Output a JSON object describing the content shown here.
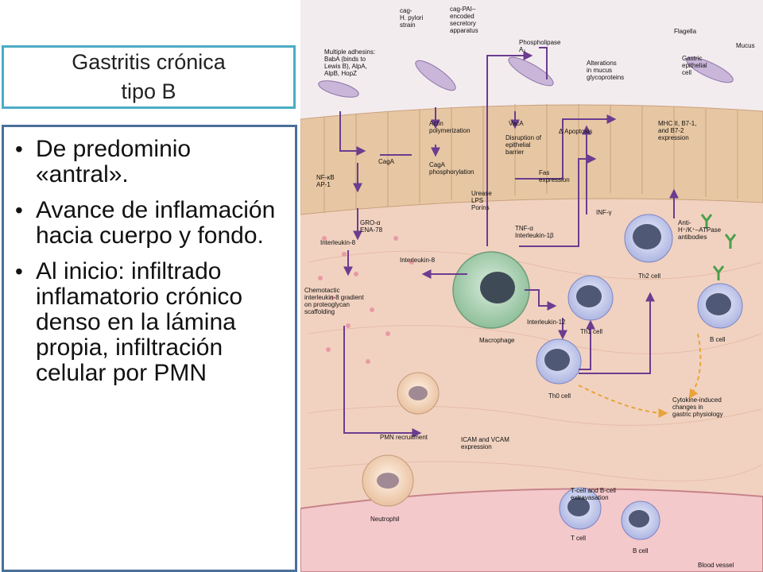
{
  "slide": {
    "title_line1": "Gastritis crónica",
    "title_line2": "tipo B",
    "bullets": [
      "De predominio «antral».",
      "Avance de inflamación hacia cuerpo y fondo.",
      "Al inicio: infiltrado inflamatorio crónico denso en la lámina propia, infiltración celular por PMN"
    ]
  },
  "diagram": {
    "labels": {
      "cag_strain": "cag-\nH. pylori\nstrain",
      "cag_pai": "cag-PAI–\nencoded\nsecretory\napparatus",
      "phospholipase": "Phospholipase\nA₂",
      "flagella": "Flagella",
      "mucus": "Mucus",
      "adhesins": "Multiple adhesins:\nBabA (binds to\nLewis B), AlpA,\nAlpB, HopZ",
      "alterations_mucus": "Alterations\nin mucus\nglycoproteins",
      "gastric_cell": "Gastric\nepithelial\ncell",
      "actin": "Actin\npolymerization",
      "vaca": "VacA",
      "apoptosis": "Δ Apoptosis",
      "disruption": "Disruption of\nepithelial\nbarrier",
      "mhc": "MHC II, B7-1,\nand B7-2\nexpression",
      "nfkb": "NF-κB\nAP-1",
      "caga": "CagA",
      "caga_phos": "CagA\nphosphorylation",
      "fas": "Fas\nexpression",
      "urease": "Urease\nLPS\nPorins",
      "infy": "INF-γ",
      "gro": "GRO-α\nENA-78",
      "il8_left": "Interleukin-8",
      "tnf": "TNF-α\nInterleukin-1β",
      "anti_atpase": "Anti-\nH⁺/K⁺–ATPase\nantibodies",
      "il8_mid": "Interleukin-8",
      "chemotactic": "Chemotactic\ninterleukin-8 gradient\non proteoglycan\nscaffolding",
      "th2": "Th2 cell",
      "il12": "Interleukin-12",
      "macrophage": "Macrophage",
      "th1": "Th1 cell",
      "bcell_right": "B cell",
      "th0": "Th0 cell",
      "cytokine_changes": "Cytokine-induced\nchanges in\ngastric physiology",
      "pmn": "PMN recruitment",
      "icam": "ICAM and VCAM\nexpression",
      "tbcell_extrav": "T-cell and B-cell\nextravasation",
      "neutrophil": "Neutrophil",
      "tcell": "T cell",
      "bcell_bottom": "B cell",
      "blood_vessel": "Blood vessel"
    },
    "colors": {
      "arrow": "#6a3d8f",
      "dashed_arrow": "#e8a33a",
      "tissue": "#f1d2c0",
      "epithelium": "#e7c7a3",
      "bacteria": "#c9b6d8"
    }
  }
}
